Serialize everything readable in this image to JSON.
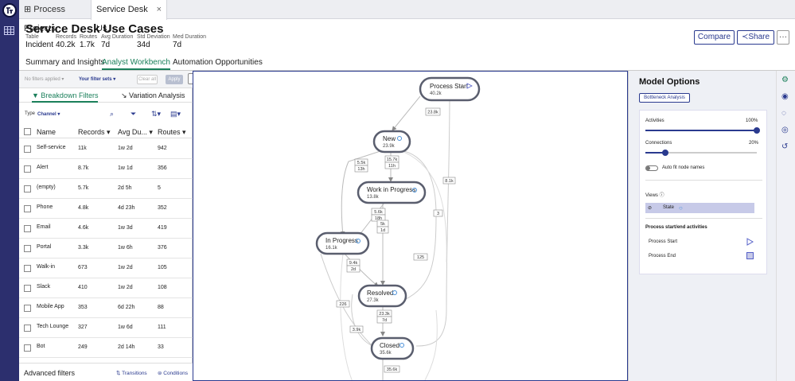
{
  "tabs": [
    {
      "label": "Process Projects"
    },
    {
      "label": "Service Desk Us...",
      "close": "×"
    }
  ],
  "header": {
    "title": "Service Desk Use Cases",
    "stats": [
      {
        "label": "Table",
        "value": "Incident"
      },
      {
        "label": "Records",
        "value": "40.2k"
      },
      {
        "label": "Routes",
        "value": "1.7k"
      },
      {
        "label": "Avg Duration",
        "value": "7d"
      },
      {
        "label": "Std Deviation",
        "value": "34d"
      },
      {
        "label": "Med Duration",
        "value": "7d"
      }
    ],
    "compare": "Compare",
    "share": "Share",
    "more": "···"
  },
  "subtabs": [
    "Summary and Insights",
    "Analyst Workbench",
    "Automation Opportunities"
  ],
  "filters": {
    "no_filters": "No filters applied ▾",
    "filter_sets": "Your filter sets ▾",
    "clear_all": "Clear all",
    "apply": "Apply",
    "breakdown_tab": "Breakdown Filters",
    "variation_tab": "Variation Analysis",
    "type_label": "Type",
    "type_value": "Channel ▾",
    "columns": [
      "Name",
      "Records",
      "Avg Du...",
      "Routes"
    ],
    "rows": [
      {
        "name": "Self-service",
        "records": "11k",
        "avg": "1w 2d",
        "routes": "942"
      },
      {
        "name": "Alert",
        "records": "8.7k",
        "avg": "1w 1d",
        "routes": "356"
      },
      {
        "name": "(empty)",
        "records": "5.7k",
        "avg": "2d 5h",
        "routes": "5"
      },
      {
        "name": "Phone",
        "records": "4.8k",
        "avg": "4d 23h",
        "routes": "352"
      },
      {
        "name": "Email",
        "records": "4.6k",
        "avg": "1w 3d",
        "routes": "419"
      },
      {
        "name": "Portal",
        "records": "3.3k",
        "avg": "1w 6h",
        "routes": "376"
      },
      {
        "name": "Walk-in",
        "records": "673",
        "avg": "1w 2d",
        "routes": "105"
      },
      {
        "name": "Slack",
        "records": "410",
        "avg": "1w 2d",
        "routes": "108"
      },
      {
        "name": "Mobile App",
        "records": "353",
        "avg": "6d 22h",
        "routes": "88"
      },
      {
        "name": "Tech Lounge",
        "records": "327",
        "avg": "1w 6d",
        "routes": "111"
      },
      {
        "name": "Bot",
        "records": "249",
        "avg": "2d 14h",
        "routes": "33"
      }
    ],
    "advanced": "Advanced filters",
    "transitions": "⇅ Transitions",
    "conditions": "⊜ Conditions"
  },
  "map": {
    "nodes": [
      {
        "id": "ps",
        "label": "Process Start",
        "count": "40.2k"
      },
      {
        "id": "new",
        "label": "New",
        "count": "23.9k"
      },
      {
        "id": "wip",
        "label": "Work in Progress",
        "count": "13.8k"
      },
      {
        "id": "inp",
        "label": "In Progress",
        "count": "16.1k"
      },
      {
        "id": "res",
        "label": "Resolved",
        "count": "27.3k"
      },
      {
        "id": "clo",
        "label": "Closed",
        "count": "35.6k"
      }
    ],
    "edges": [
      "23.8k",
      "5.5k",
      "13h",
      "15.7k",
      "11h",
      "8.1k",
      "5.6k",
      "18h",
      "5k",
      "1d",
      "3",
      "125",
      "9.4k",
      "2d",
      "226",
      "23.3k",
      "7d",
      "3.9k",
      "35.6k"
    ]
  },
  "model": {
    "title": "Model Options",
    "bottleneck": "Bottleneck Analysis",
    "activities": "Activities",
    "activities_pct": "100%",
    "connections": "Connections",
    "connections_pct": "20%",
    "autofit": "Auto fit node names",
    "views": "Views",
    "state": "State",
    "startend": "Process start/end activities",
    "pstart": "Process Start",
    "pend": "Process End"
  }
}
